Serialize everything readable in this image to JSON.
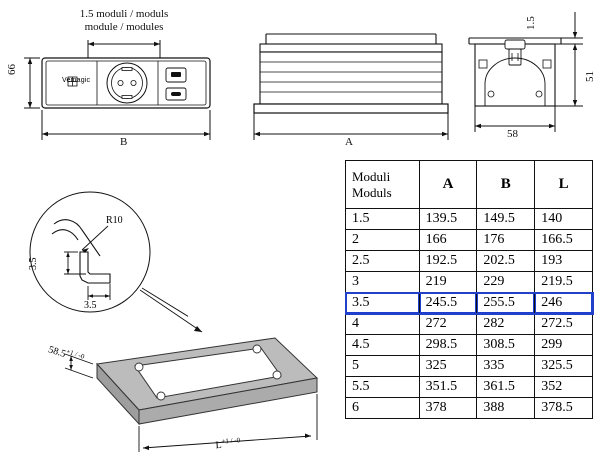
{
  "diagram": {
    "front_view": {
      "top_label_line1": "1.5 moduli / moduls",
      "top_label_line2": "module / modules",
      "height_dim": "66",
      "width_dim": "B",
      "brand": "Vemagic"
    },
    "side_view": {
      "width_dim": "A"
    },
    "end_view": {
      "top_dim": "1.5",
      "height_dim": "51",
      "width_dim": "58"
    },
    "detail_callout": {
      "radius": "R10",
      "dim_vertical": "3.5",
      "dim_horizontal": "3.5"
    },
    "cutout": {
      "thickness_label": "58.5",
      "thickness_tol": "+1 / -0",
      "length_label": "L",
      "length_tol": "+1 / -0"
    }
  },
  "table": {
    "header": {
      "col0_line1": "Moduli",
      "col0_line2": "Moduls",
      "col1": "A",
      "col2": "B",
      "col3": "L"
    },
    "highlight_row_index": 4,
    "rows": [
      {
        "m": "1.5",
        "a": "139.5",
        "b": "149.5",
        "l": "140"
      },
      {
        "m": "2",
        "a": "166",
        "b": "176",
        "l": "166.5"
      },
      {
        "m": "2.5",
        "a": "192.5",
        "b": "202.5",
        "l": "193"
      },
      {
        "m": "3",
        "a": "219",
        "b": "229",
        "l": "219.5"
      },
      {
        "m": "3.5",
        "a": "245.5",
        "b": "255.5",
        "l": "246"
      },
      {
        "m": "4",
        "a": "272",
        "b": "282",
        "l": "272.5"
      },
      {
        "m": "4.5",
        "a": "298.5",
        "b": "308.5",
        "l": "299"
      },
      {
        "m": "5",
        "a": "325",
        "b": "335",
        "l": "325.5"
      },
      {
        "m": "5.5",
        "a": "351.5",
        "b": "361.5",
        "l": "352"
      },
      {
        "m": "6",
        "a": "378",
        "b": "388",
        "l": "378.5"
      }
    ]
  },
  "colors": {
    "line": "#111111",
    "highlight": "#2340c8",
    "fill_grey": "#b8b8b8"
  }
}
